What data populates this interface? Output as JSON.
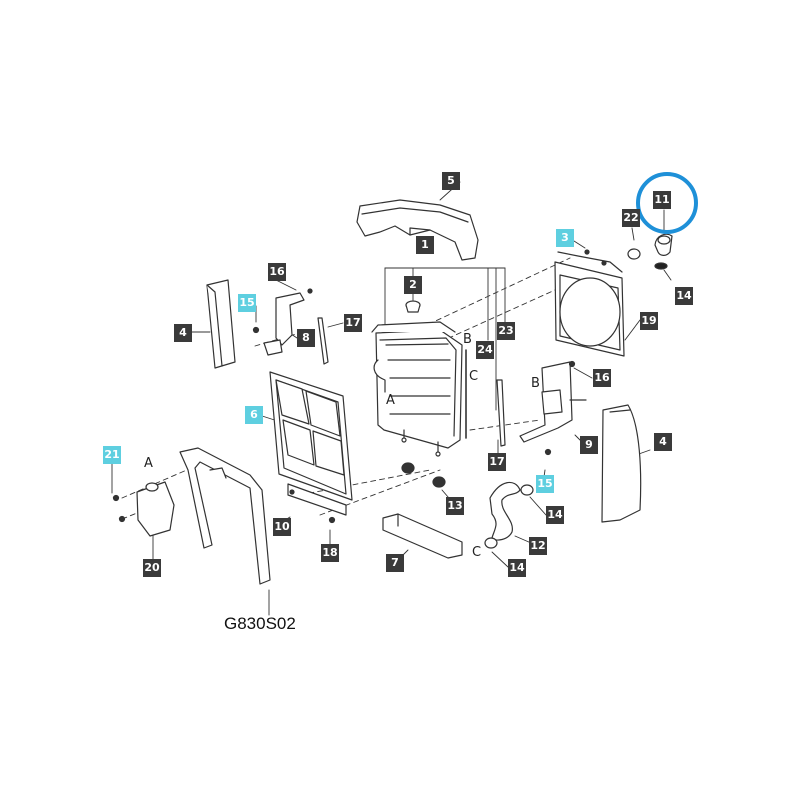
{
  "diagram": {
    "code": "G830S02",
    "highlight_color": "#1e90d8",
    "callouts": [
      {
        "id": "c5",
        "text": "5",
        "highlight": false
      },
      {
        "id": "c1",
        "text": "1",
        "highlight": false
      },
      {
        "id": "c2",
        "text": "2",
        "highlight": false
      },
      {
        "id": "c23",
        "text": "23",
        "highlight": false
      },
      {
        "id": "c24",
        "text": "24",
        "highlight": false
      },
      {
        "id": "c3",
        "text": "3",
        "highlight": true
      },
      {
        "id": "c22",
        "text": "22",
        "highlight": false
      },
      {
        "id": "c11",
        "text": "11",
        "highlight": false
      },
      {
        "id": "c14a",
        "text": "14",
        "highlight": false
      },
      {
        "id": "c19",
        "text": "19",
        "highlight": false
      },
      {
        "id": "c16a",
        "text": "16",
        "highlight": false
      },
      {
        "id": "c15a",
        "text": "15",
        "highlight": true
      },
      {
        "id": "c4a",
        "text": "4",
        "highlight": false
      },
      {
        "id": "c8",
        "text": "8",
        "highlight": false
      },
      {
        "id": "c17a",
        "text": "17",
        "highlight": false
      },
      {
        "id": "c6",
        "text": "6",
        "highlight": true
      },
      {
        "id": "c16b",
        "text": "16",
        "highlight": false
      },
      {
        "id": "c9",
        "text": "9",
        "highlight": false
      },
      {
        "id": "c4b",
        "text": "4",
        "highlight": false
      },
      {
        "id": "c17b",
        "text": "17",
        "highlight": false
      },
      {
        "id": "c15b",
        "text": "15",
        "highlight": true
      },
      {
        "id": "c14b",
        "text": "14",
        "highlight": false
      },
      {
        "id": "c13",
        "text": "13",
        "highlight": false
      },
      {
        "id": "c12",
        "text": "12",
        "highlight": false
      },
      {
        "id": "c14c",
        "text": "14",
        "highlight": false
      },
      {
        "id": "c21",
        "text": "21",
        "highlight": true
      },
      {
        "id": "c20",
        "text": "20",
        "highlight": false
      },
      {
        "id": "c10",
        "text": "10",
        "highlight": false
      },
      {
        "id": "c18",
        "text": "18",
        "highlight": false
      },
      {
        "id": "c7",
        "text": "7",
        "highlight": false
      }
    ],
    "letters": [
      {
        "id": "lA1",
        "text": "A"
      },
      {
        "id": "lB1",
        "text": "B"
      },
      {
        "id": "lC1",
        "text": "C"
      },
      {
        "id": "lB2",
        "text": "B"
      },
      {
        "id": "lA2",
        "text": "A"
      },
      {
        "id": "lC2",
        "text": "C"
      }
    ]
  }
}
